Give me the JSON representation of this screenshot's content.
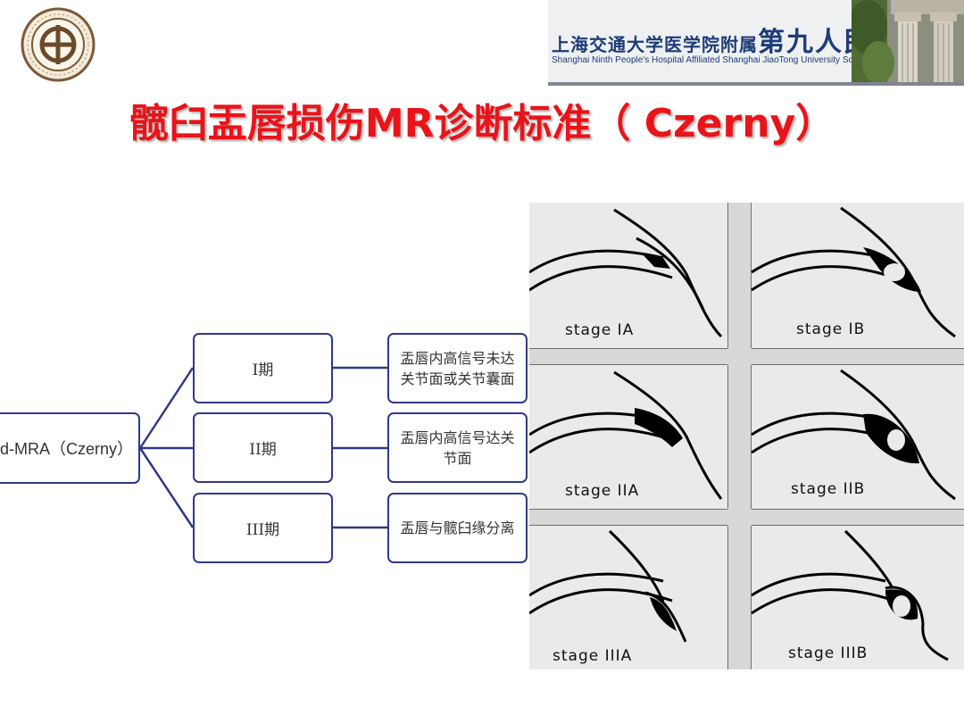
{
  "header": {
    "banner_chinese": "上海交通大学医学院附属",
    "banner_chinese_big": "第九人民医院",
    "banner_english": "Shanghai Ninth People's Hospital Affiliated Shanghai JiaoTong University School of Medicine"
  },
  "title": "髋臼盂唇损伤MR诊断标准（ Czerny）",
  "diagram": {
    "root": "d-MRA（Czerny）",
    "stages": [
      {
        "label": "I期",
        "description": "盂唇内高信号未达关节面或关节囊面"
      },
      {
        "label": "II期",
        "description": "盂唇内高信号达关节面"
      },
      {
        "label": "III期",
        "description": "盂唇与髋臼缘分离"
      }
    ]
  },
  "figure": {
    "panels": [
      "stage IA",
      "stage IB",
      "stage IIA",
      "stage IIB",
      "stage IIIA",
      "stage IIIB"
    ]
  },
  "colors": {
    "title": "#e8141a",
    "box_border": "#2e3a87",
    "connector": "#2e3a87",
    "figure_background": "#d8d8d8"
  }
}
